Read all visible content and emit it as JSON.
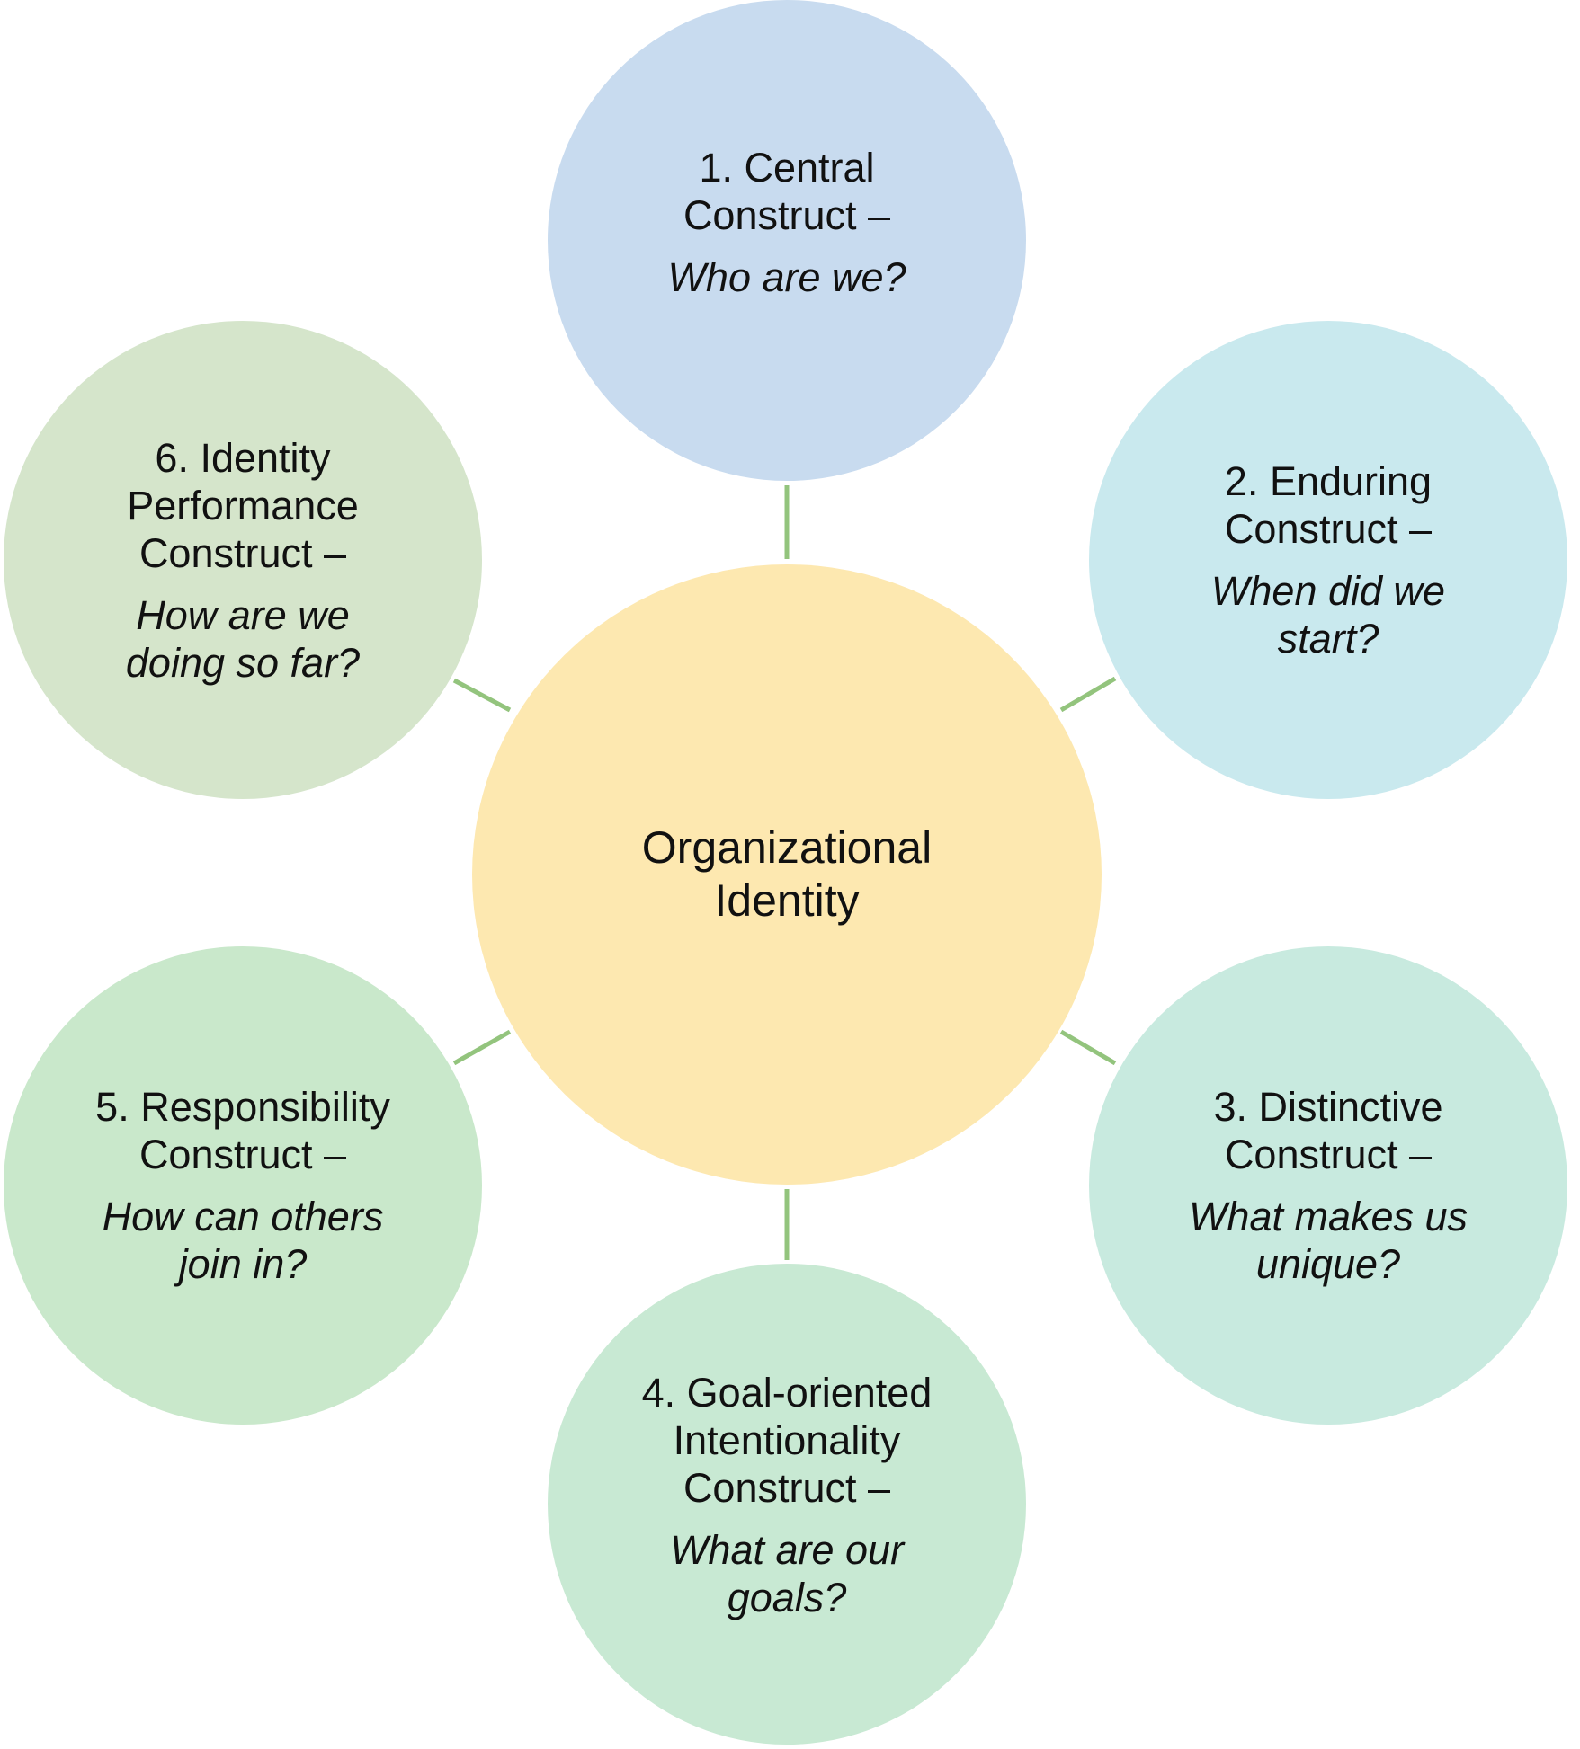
{
  "diagram": {
    "center": {
      "title": "Organizational\nIdentity",
      "color": "#fde8b0"
    },
    "nodes": [
      {
        "title": "1. Central\nConstruct –",
        "question": "Who are we?",
        "color": "#c8dbef"
      },
      {
        "title": "2. Enduring\nConstruct –",
        "question": "When did we\nstart?",
        "color": "#c9e9ee"
      },
      {
        "title": "3. Distinctive\nConstruct –",
        "question": "What makes us\nunique?",
        "color": "#c8eadf"
      },
      {
        "title": "4. Goal-oriented\nIntentionality\nConstruct –",
        "question": "What are our\ngoals?",
        "color": "#c8e9d3"
      },
      {
        "title": "5. Responsibility\nConstruct –",
        "question": "How can others\njoin in?",
        "color": "#c9e8cb"
      },
      {
        "title": "6. Identity\nPerformance\nConstruct –",
        "question": "How are we\ndoing so far?",
        "color": "#d5e5cb"
      }
    ],
    "connector_color": "#93c47d"
  }
}
